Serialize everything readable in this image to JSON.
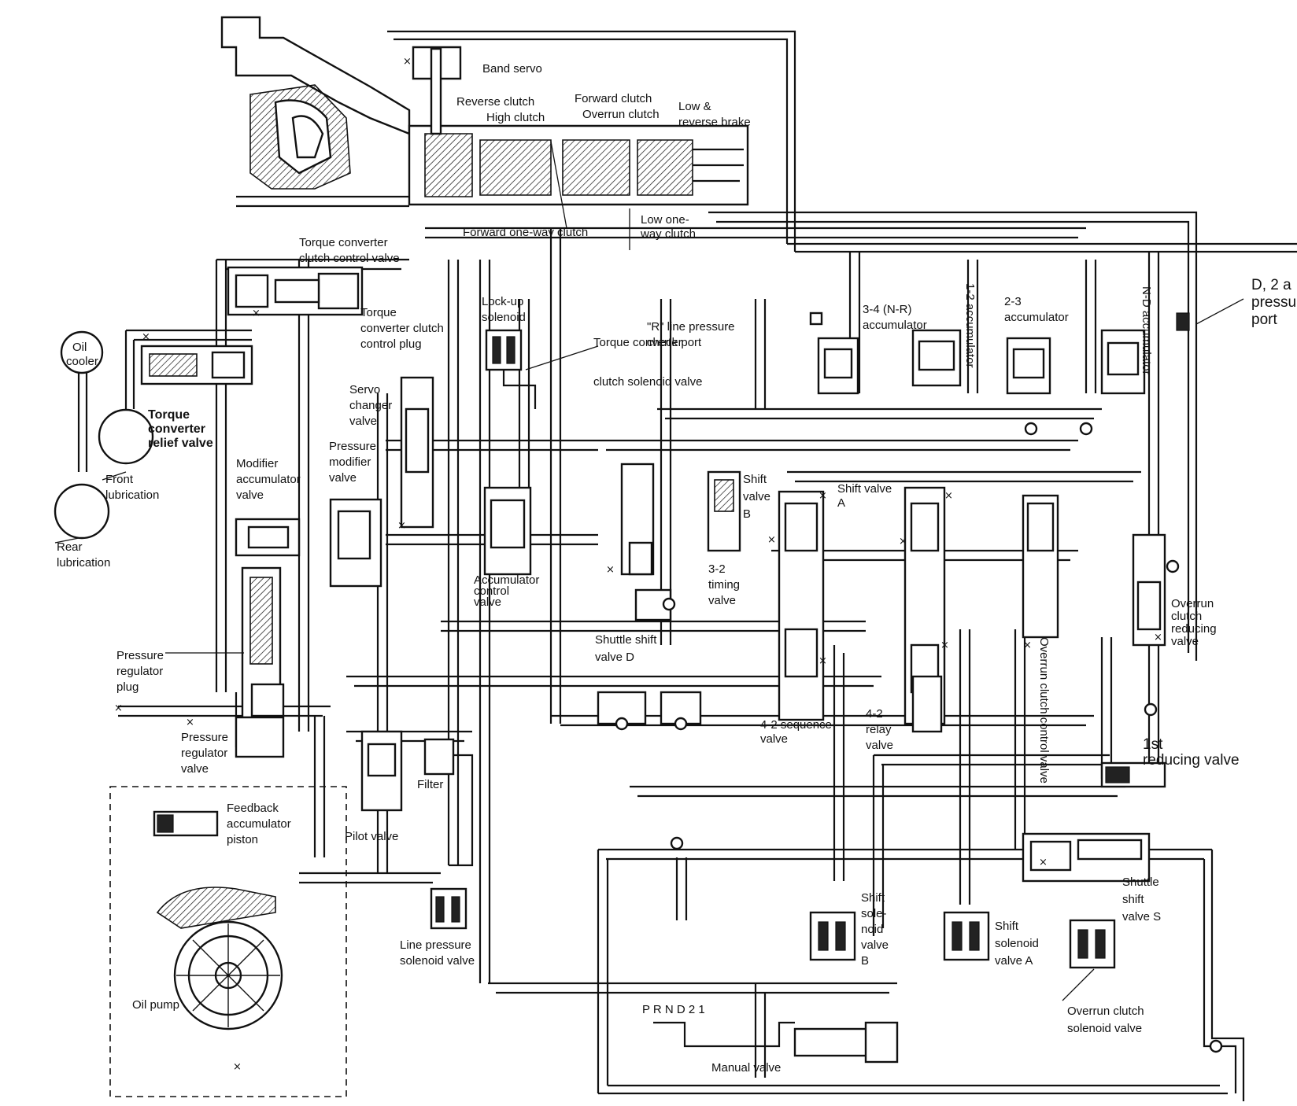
{
  "labels": {
    "band_servo": "Band servo",
    "reverse_clutch": "Reverse clutch",
    "high_clutch": "High clutch",
    "forward_clutch": "Forward clutch",
    "overrun_clutch": "Overrun clutch",
    "low_reverse_brake": [
      "Low &",
      "reverse brake"
    ],
    "forward_one_way_clutch": "Forward one-way clutch",
    "low_one_way_clutch": [
      "Low one-",
      "way clutch"
    ],
    "tcc_control_valve": [
      "Torque converter",
      "clutch control valve"
    ],
    "tcc_control_plug": [
      "Torque",
      "converter clutch",
      "control plug"
    ],
    "lockup_solenoid": [
      "Lock-up",
      "solenoid"
    ],
    "r_line_pressure_check_port": [
      "\"R\" line pressure",
      "check port"
    ],
    "tcc_solenoid_valve": [
      "Torque converter",
      "clutch solenoid valve"
    ],
    "accumulator_34": [
      "3-4 (N-R)",
      "accumulator"
    ],
    "accumulator_12": "1-2 accumulator",
    "accumulator_23": [
      "2-3",
      "accumulator"
    ],
    "nd_accumulator": "N-D accumulator",
    "pressure_port": [
      "D, 2 a",
      "pressu",
      "port"
    ],
    "oil_cooler": [
      "Oil",
      "cooler"
    ],
    "tc_relief_valve": [
      "Torque",
      "converter",
      "relief valve"
    ],
    "front_lubrication": [
      "Front",
      "lubrication"
    ],
    "rear_lubrication": [
      "Rear",
      "lubrication"
    ],
    "servo_charger_valve": [
      "Servo",
      "changer",
      "valve"
    ],
    "pressure_modifier_valve": [
      "Pressure",
      "modifier",
      "valve"
    ],
    "modifier_accumulator_valve": [
      "Modifier",
      "accumulator",
      "valve"
    ],
    "accumulator_control_valve": [
      "Accumulator",
      "control",
      "valve"
    ],
    "shift_valve_b": [
      "Shift",
      "valve",
      "B"
    ],
    "shift_valve_a": [
      "Shift valve",
      "A"
    ],
    "timing_valve_32": [
      "3-2",
      "timing",
      "valve"
    ],
    "shuttle_shift_valve_d": [
      "Shuttle shift",
      "valve D"
    ],
    "overrun_clutch_reducing_valve": [
      "Overrun",
      "clutch",
      "reducing",
      "valve"
    ],
    "overrun_clutch_control_valve": "Overrun clutch control valve",
    "pressure_regulator_plug": [
      "Pressure",
      "regulator",
      "plug"
    ],
    "pressure_regulator_valve": [
      "Pressure",
      "regulator",
      "valve"
    ],
    "sequence_valve_42": [
      "4-2 sequence",
      "valve"
    ],
    "relay_valve_42": [
      "4-2",
      "relay",
      "valve"
    ],
    "first_reducing_valve": [
      "1st",
      "reducing valve"
    ],
    "filter": "Filter",
    "pilot_valve": "Pilot valve",
    "feedback_accumulator_piston": [
      "Feedback",
      "accumulator",
      "piston"
    ],
    "oil_pump": "Oil pump",
    "line_pressure_solenoid_valve": [
      "Line pressure",
      "solenoid valve"
    ],
    "shift_solenoid_valve_b": [
      "Shift",
      "sole-",
      "noid",
      "valve",
      "B"
    ],
    "shift_solenoid_valve_a": [
      "Shift",
      "solenoid",
      "valve A"
    ],
    "shuttle_shift_valve_s": [
      "Shuttle",
      "shift",
      "valve S"
    ],
    "overrun_clutch_solenoid_valve": [
      "Overrun clutch",
      "solenoid valve"
    ],
    "prnd21": "P R N D 2 1",
    "manual_valve": "Manual valve"
  }
}
